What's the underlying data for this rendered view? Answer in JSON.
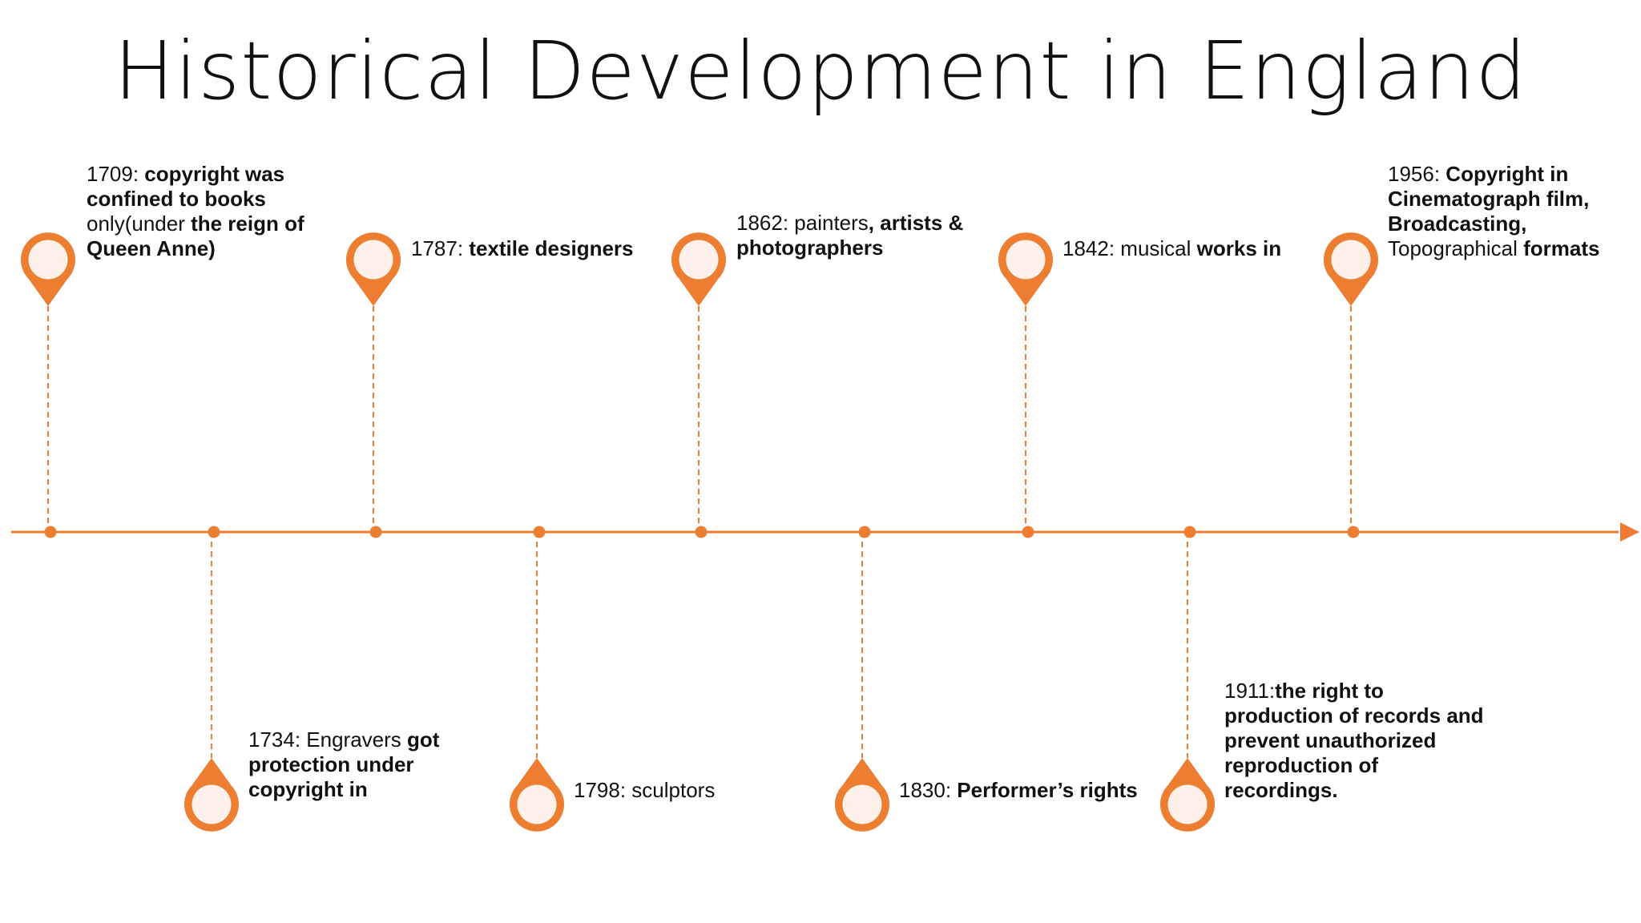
{
  "title": "Historical Development in England",
  "colors": {
    "accent": "#ED7D31",
    "pin_fill": "#FDF1EA",
    "text": "#111111"
  },
  "events": [
    {
      "year": "1709",
      "lines": [
        [
          [
            "1709: ",
            false
          ],
          [
            "copyright was",
            true
          ]
        ],
        [
          [
            "confined to books",
            true
          ]
        ],
        [
          [
            "only(under ",
            false
          ],
          [
            "the reign of",
            true
          ]
        ],
        [
          [
            "Queen Anne)",
            true
          ]
        ]
      ]
    },
    {
      "year": "1734",
      "lines": [
        [
          [
            "1734: Engravers ",
            false
          ],
          [
            "got",
            true
          ]
        ],
        [
          [
            "protection under",
            true
          ]
        ],
        [
          [
            "copyright in",
            true
          ]
        ]
      ]
    },
    {
      "year": "1787",
      "lines": [
        [
          [
            "1787: ",
            false
          ],
          [
            "textile designers",
            true
          ]
        ]
      ]
    },
    {
      "year": "1798",
      "lines": [
        [
          [
            "1798: sculptors",
            false
          ]
        ]
      ]
    },
    {
      "year": "1862",
      "lines": [
        [
          [
            "1862: painters",
            false
          ],
          [
            ", artists &",
            true
          ]
        ],
        [
          [
            "photographers",
            true
          ]
        ]
      ]
    },
    {
      "year": "1830",
      "lines": [
        [
          [
            "1830: ",
            false
          ],
          [
            "Performer’s rights",
            true
          ]
        ]
      ]
    },
    {
      "year": "1842",
      "lines": [
        [
          [
            "1842: musical ",
            false
          ],
          [
            "works in",
            true
          ]
        ]
      ]
    },
    {
      "year": "1911",
      "lines": [
        [
          [
            "1911:",
            false
          ],
          [
            "the right to",
            true
          ]
        ],
        [
          [
            "production of records and",
            true
          ]
        ],
        [
          [
            "prevent unauthorized",
            true
          ]
        ],
        [
          [
            "reproduction of",
            true
          ]
        ],
        [
          [
            "recordings.",
            true
          ]
        ]
      ]
    },
    {
      "year": "1956",
      "lines": [
        [
          [
            "1956: ",
            false
          ],
          [
            "Copyright in",
            true
          ]
        ],
        [
          [
            "Cinematograph film,",
            true
          ]
        ],
        [
          [
            "Broadcasting,",
            true
          ]
        ],
        [
          [
            "Topographical ",
            false
          ],
          [
            "formats",
            true
          ]
        ]
      ]
    }
  ]
}
